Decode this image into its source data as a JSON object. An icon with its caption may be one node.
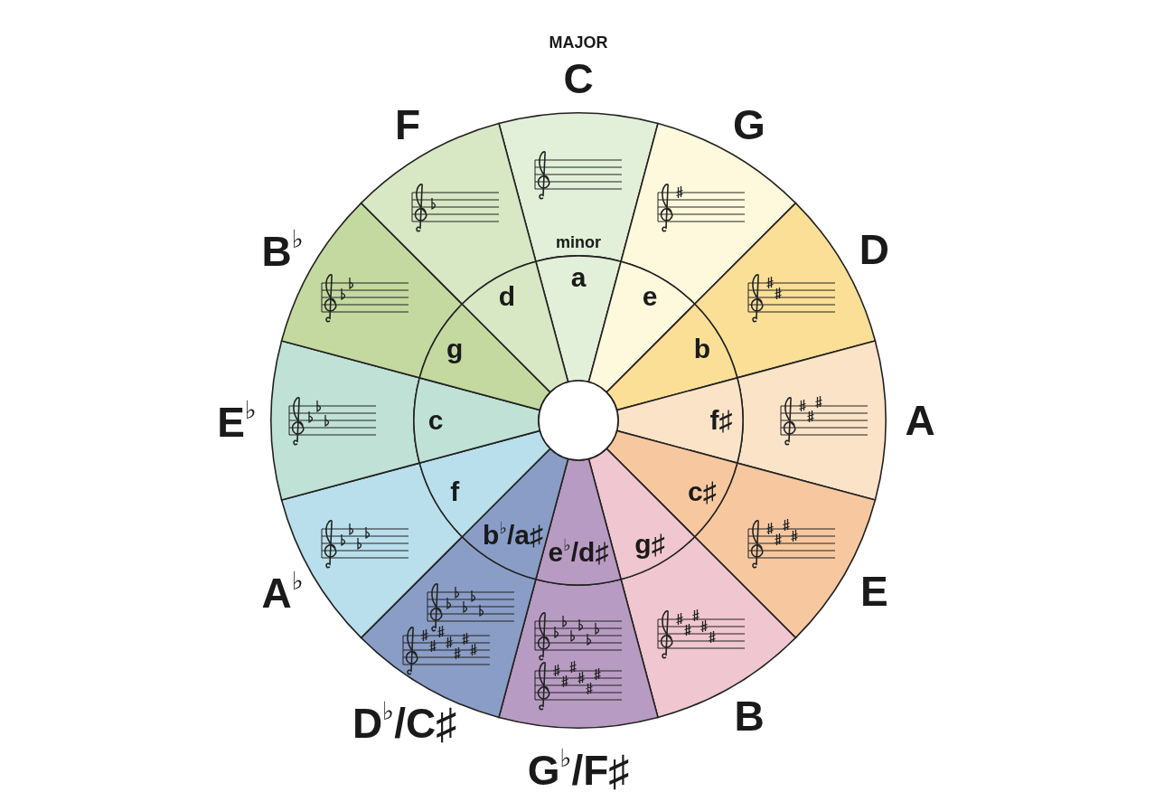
{
  "diagram": {
    "nodes": [
      {
        "text": [
          "C"
        ]
      },
      {
        "text": [
          "G"
        ]
      },
      {
        "text": [
          "D"
        ]
      },
      {
        "text": [
          "A"
        ]
      },
      {
        "text": [
          "E"
        ]
      },
      {
        "text": [
          "B"
        ]
      },
      {
        "text": [
          "G$^{♭}$/F♯"
        ]
      },
      {
        "text": [
          "D$^{♭}$/C♯"
        ]
      },
      {
        "text": [
          "A$^{♭}$"
        ]
      },
      {
        "text": [
          "E$^{♭}$"
        ]
      },
      {
        "text": [
          "B$^{♭}$"
        ]
      },
      {
        "text": [
          "F"
        ]
      },
      {
        "text": [
          "a"
        ]
      },
      {
        "text": [
          "e"
        ]
      },
      {
        "text": [
          "b"
        ]
      },
      {
        "text": [
          "f♯"
        ]
      },
      {
        "text": [
          "c♯"
        ]
      },
      {
        "text": [
          "g♯"
        ]
      },
      {
        "text": [
          "e$^{♭}$/d♯"
        ]
      },
      {
        "text": [
          "b$^{♭}$/a♯"
        ]
      },
      {
        "text": [
          "f"
        ]
      },
      {
        "text": [
          "c"
        ]
      },
      {
        "text": [
          "g"
        ]
      },
      {
        "text": [
          "d"
        ]
      },
      {
        "text": [],
        "shape": "circle"
      }
    ],
    "labels": [
      "MAJOR",
      "minor"
    ]
  }
}
